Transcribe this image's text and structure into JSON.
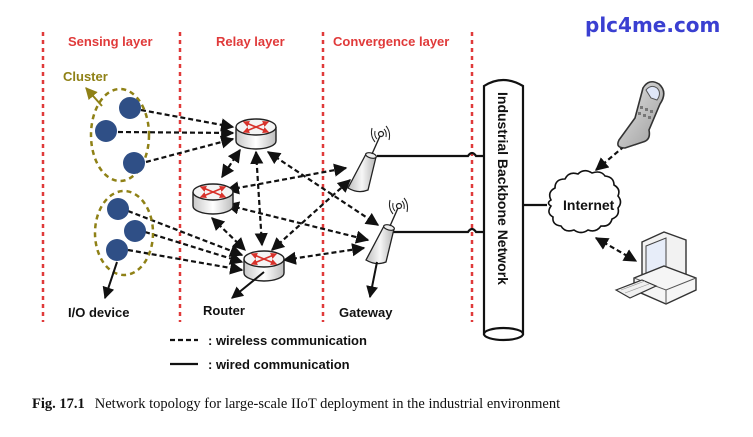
{
  "watermark": "plc4me.com",
  "layers": [
    {
      "id": "sensing",
      "title": "Sensing layer"
    },
    {
      "id": "relay",
      "title": "Relay layer"
    },
    {
      "id": "convergence",
      "title": "Convergence layer"
    }
  ],
  "labels": {
    "cluster": "Cluster",
    "io_device": "I/O device",
    "router": "Router",
    "gateway": "Gateway",
    "backbone": "Industrial Backbone Network",
    "internet": "Internet"
  },
  "legend": [
    {
      "style": "dashed",
      "label": ": wireless communication"
    },
    {
      "style": "solid",
      "label": ": wired communication"
    }
  ],
  "caption": {
    "number": "Fig. 17.1",
    "text": "Network topology for large-scale IIoT deployment in the industrial environment"
  },
  "colors": {
    "layer_divider": "#e03a3a",
    "cluster": "#8f8116",
    "sensor_node": "#2f4f86",
    "router_arrow": "#d8322b",
    "watermark": "#3a3fd1"
  },
  "topology": {
    "clusters": [
      {
        "id": "cluster-1",
        "sensors": [
          "s1",
          "s2",
          "s3"
        ]
      },
      {
        "id": "cluster-2",
        "sensors": [
          "s4",
          "s5",
          "s6"
        ]
      }
    ],
    "routers": [
      "r1",
      "r2",
      "r3"
    ],
    "gateways": [
      "g1",
      "g2"
    ],
    "endpoints": [
      "mobile-phone",
      "desktop-computer"
    ],
    "wireless_links": [
      [
        "s1",
        "r1"
      ],
      [
        "s2",
        "r1"
      ],
      [
        "s3",
        "r1"
      ],
      [
        "s4",
        "r3"
      ],
      [
        "s5",
        "r3"
      ],
      [
        "s6",
        "r3"
      ],
      [
        "r1",
        "r2"
      ],
      [
        "r1",
        "r3"
      ],
      [
        "r2",
        "r3"
      ],
      [
        "r1",
        "g2"
      ],
      [
        "r2",
        "g1"
      ],
      [
        "r2",
        "g2"
      ],
      [
        "r3",
        "g1"
      ],
      [
        "r3",
        "g2"
      ],
      [
        "internet",
        "mobile-phone"
      ],
      [
        "internet",
        "desktop-computer"
      ]
    ],
    "wired_links": [
      [
        "g1",
        "backbone"
      ],
      [
        "g2",
        "backbone"
      ],
      [
        "backbone",
        "internet"
      ]
    ]
  }
}
